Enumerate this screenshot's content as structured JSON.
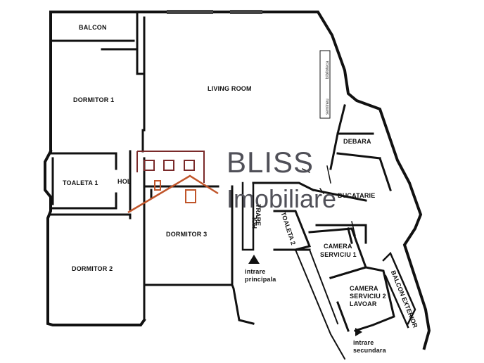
{
  "rooms": {
    "balcon": "BALCON",
    "dormitor1": "DORMITOR 1",
    "living_room": "LIVING ROOM",
    "toaleta1": "TOALETA 1",
    "hol_left": "HOL",
    "dormitor2": "DORMITOR 2",
    "dormitor3": "DORMITOR 3",
    "hol_right": "HOL",
    "intrare_fragment": "TRARE",
    "toaleta2": "TOALETA 2",
    "debara": "DEBARA",
    "bucatarie": "BUCATARIE",
    "camera_serviciu1_line1": "CAMERA",
    "camera_serviciu1_line2": "SERVICIU 1",
    "camera_serviciu2_line1": "CAMERA",
    "camera_serviciu2_line2": "SERVICIU 2",
    "camera_serviciu2_line3": "LAVOAR",
    "balcon_exterior": "BALCON EXTERIOR",
    "biblioteca": "biblioteca",
    "semineu": "semineu"
  },
  "entrances": {
    "principala_line1": "intrare",
    "principala_line2": "principala",
    "secundara_line1": "intrare",
    "secundara_line2": "secundara"
  },
  "logo": {
    "word1": "BLISS",
    "word2": "Imobiliare",
    "text_color": "#505058",
    "accent_color": "#c0552a",
    "frame_color": "#7a2a2a"
  }
}
